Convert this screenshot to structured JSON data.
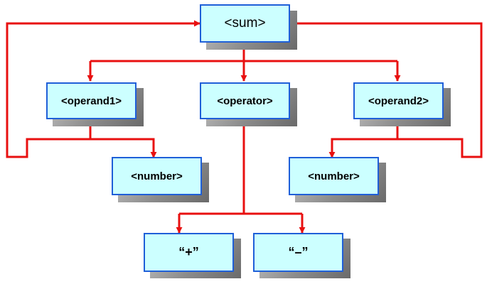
{
  "nodes": {
    "sum": "<sum>",
    "operand1": "<operand1>",
    "operator": "<operator>",
    "operand2": "<operand2>",
    "number_left": "<number>",
    "number_right": "<number>",
    "plus": "“+”",
    "minus": "“–”"
  },
  "colors": {
    "node_fill": "#ccffff",
    "node_border": "#1f5fd8",
    "connector": "#e81010",
    "shadow": "#8c8c8c"
  }
}
